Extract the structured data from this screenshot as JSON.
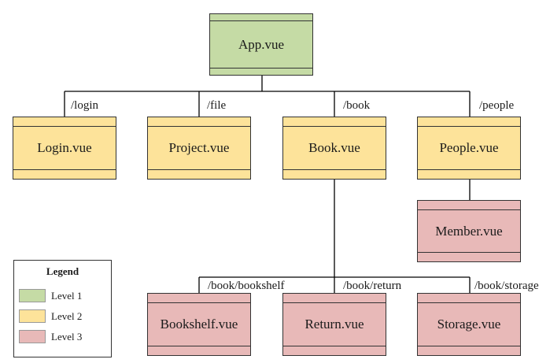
{
  "colors": {
    "level1": "#c5dba5",
    "level2": "#fde39a",
    "level3": "#e8b9b8",
    "border": "#333333",
    "line": "#000000"
  },
  "nodes": {
    "app": {
      "label": "App.vue",
      "level": 1
    },
    "login": {
      "label": "Login.vue",
      "level": 2
    },
    "project": {
      "label": "Project.vue",
      "level": 2
    },
    "book": {
      "label": "Book.vue",
      "level": 2
    },
    "people": {
      "label": "People.vue",
      "level": 2
    },
    "member": {
      "label": "Member.vue",
      "level": 3
    },
    "bookshelf": {
      "label": "Bookshelf.vue",
      "level": 3
    },
    "return": {
      "label": "Return.vue",
      "level": 3
    },
    "storage": {
      "label": "Storage.vue",
      "level": 3
    }
  },
  "routes": {
    "login": "/login",
    "file": "/file",
    "book": "/book",
    "people": "/people",
    "bookshelf": "/book/bookshelf",
    "return": "/book/return",
    "storage": "/book/storage"
  },
  "legend": {
    "title": "Legend",
    "items": [
      {
        "label": "Level 1",
        "level": 1
      },
      {
        "label": "Level 2",
        "level": 2
      },
      {
        "label": "Level 3",
        "level": 3
      }
    ]
  }
}
